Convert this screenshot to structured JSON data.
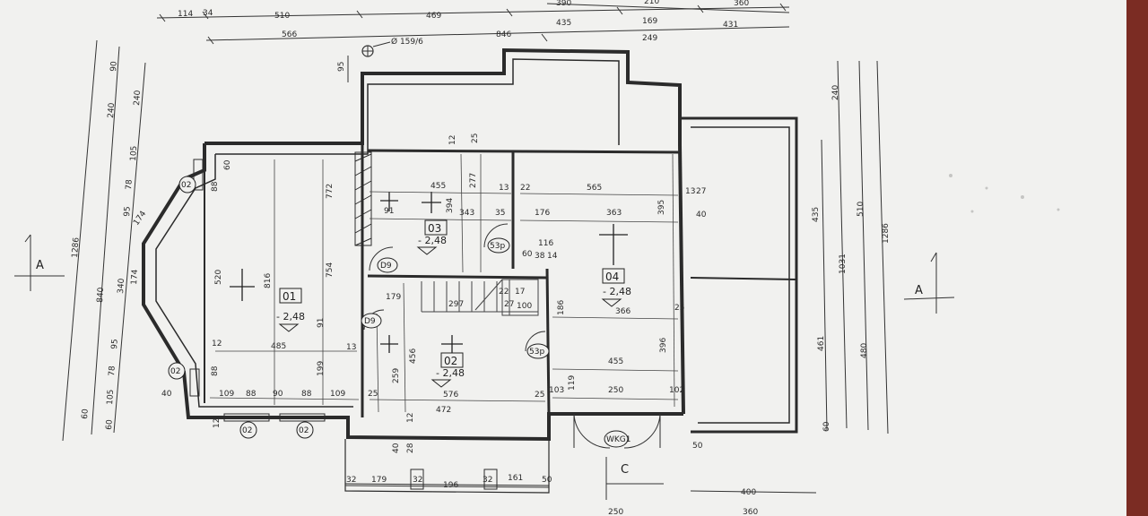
{
  "paper_color": "#f3f3f1",
  "ink_color": "#2b2b2b",
  "dims_top_row1": [
    "114",
    "34",
    "510",
    "469",
    "435",
    "169",
    "431"
  ],
  "dims_top_row0": [
    "390",
    "210",
    "360"
  ],
  "dims_top_row2": [
    "566",
    "846",
    "249"
  ],
  "callout": "Ø 159/6",
  "dims_left_outer": [
    "1286",
    "840",
    "60",
    "90",
    "240"
  ],
  "dims_left_mid": [
    "240",
    "105",
    "78",
    "95",
    "174",
    "340",
    "174",
    "95",
    "78",
    "105",
    "60"
  ],
  "dims_right": [
    "435",
    "1031",
    "1286",
    "240",
    "510",
    "461",
    "480",
    "60"
  ],
  "dims_bottom": [
    "179",
    "32",
    "196",
    "32",
    "161",
    "32",
    "50",
    "400",
    "360",
    "250"
  ],
  "rooms": [
    {
      "number": "01",
      "level": "- 2,48"
    },
    {
      "number": "02",
      "level": "- 2,48"
    },
    {
      "number": "03",
      "level": "- 2,48"
    },
    {
      "number": "04",
      "level": "- 2,48"
    }
  ],
  "room_dims": {
    "r01": [
      "520",
      "816",
      "485",
      "88",
      "88",
      "40",
      "109",
      "88",
      "90",
      "88",
      "109",
      "25",
      "60",
      "12",
      "13"
    ],
    "r02": [
      "456",
      "259",
      "576",
      "25",
      "12",
      "91",
      "199",
      "40",
      "28",
      "12"
    ],
    "r03": [
      "455",
      "394",
      "277",
      "343",
      "91",
      "772",
      "25",
      "12",
      "35",
      "13",
      "22",
      "754"
    ],
    "r04": [
      "565",
      "363",
      "176",
      "395",
      "366",
      "396",
      "455",
      "250",
      "103",
      "102",
      "27",
      "40",
      "25",
      "13",
      "186",
      "119"
    ],
    "stairs": [
      "297",
      "116",
      "60",
      "38",
      "14",
      "100",
      "22",
      "17",
      "27",
      "179"
    ]
  },
  "door_tags": [
    "D9",
    "D9",
    "53p",
    "53p"
  ],
  "window_tags": [
    "02",
    "02",
    "02",
    "02"
  ],
  "entrance_tag": "WKG1",
  "handwritten": "472",
  "sections": [
    "A",
    "A",
    "C"
  ]
}
